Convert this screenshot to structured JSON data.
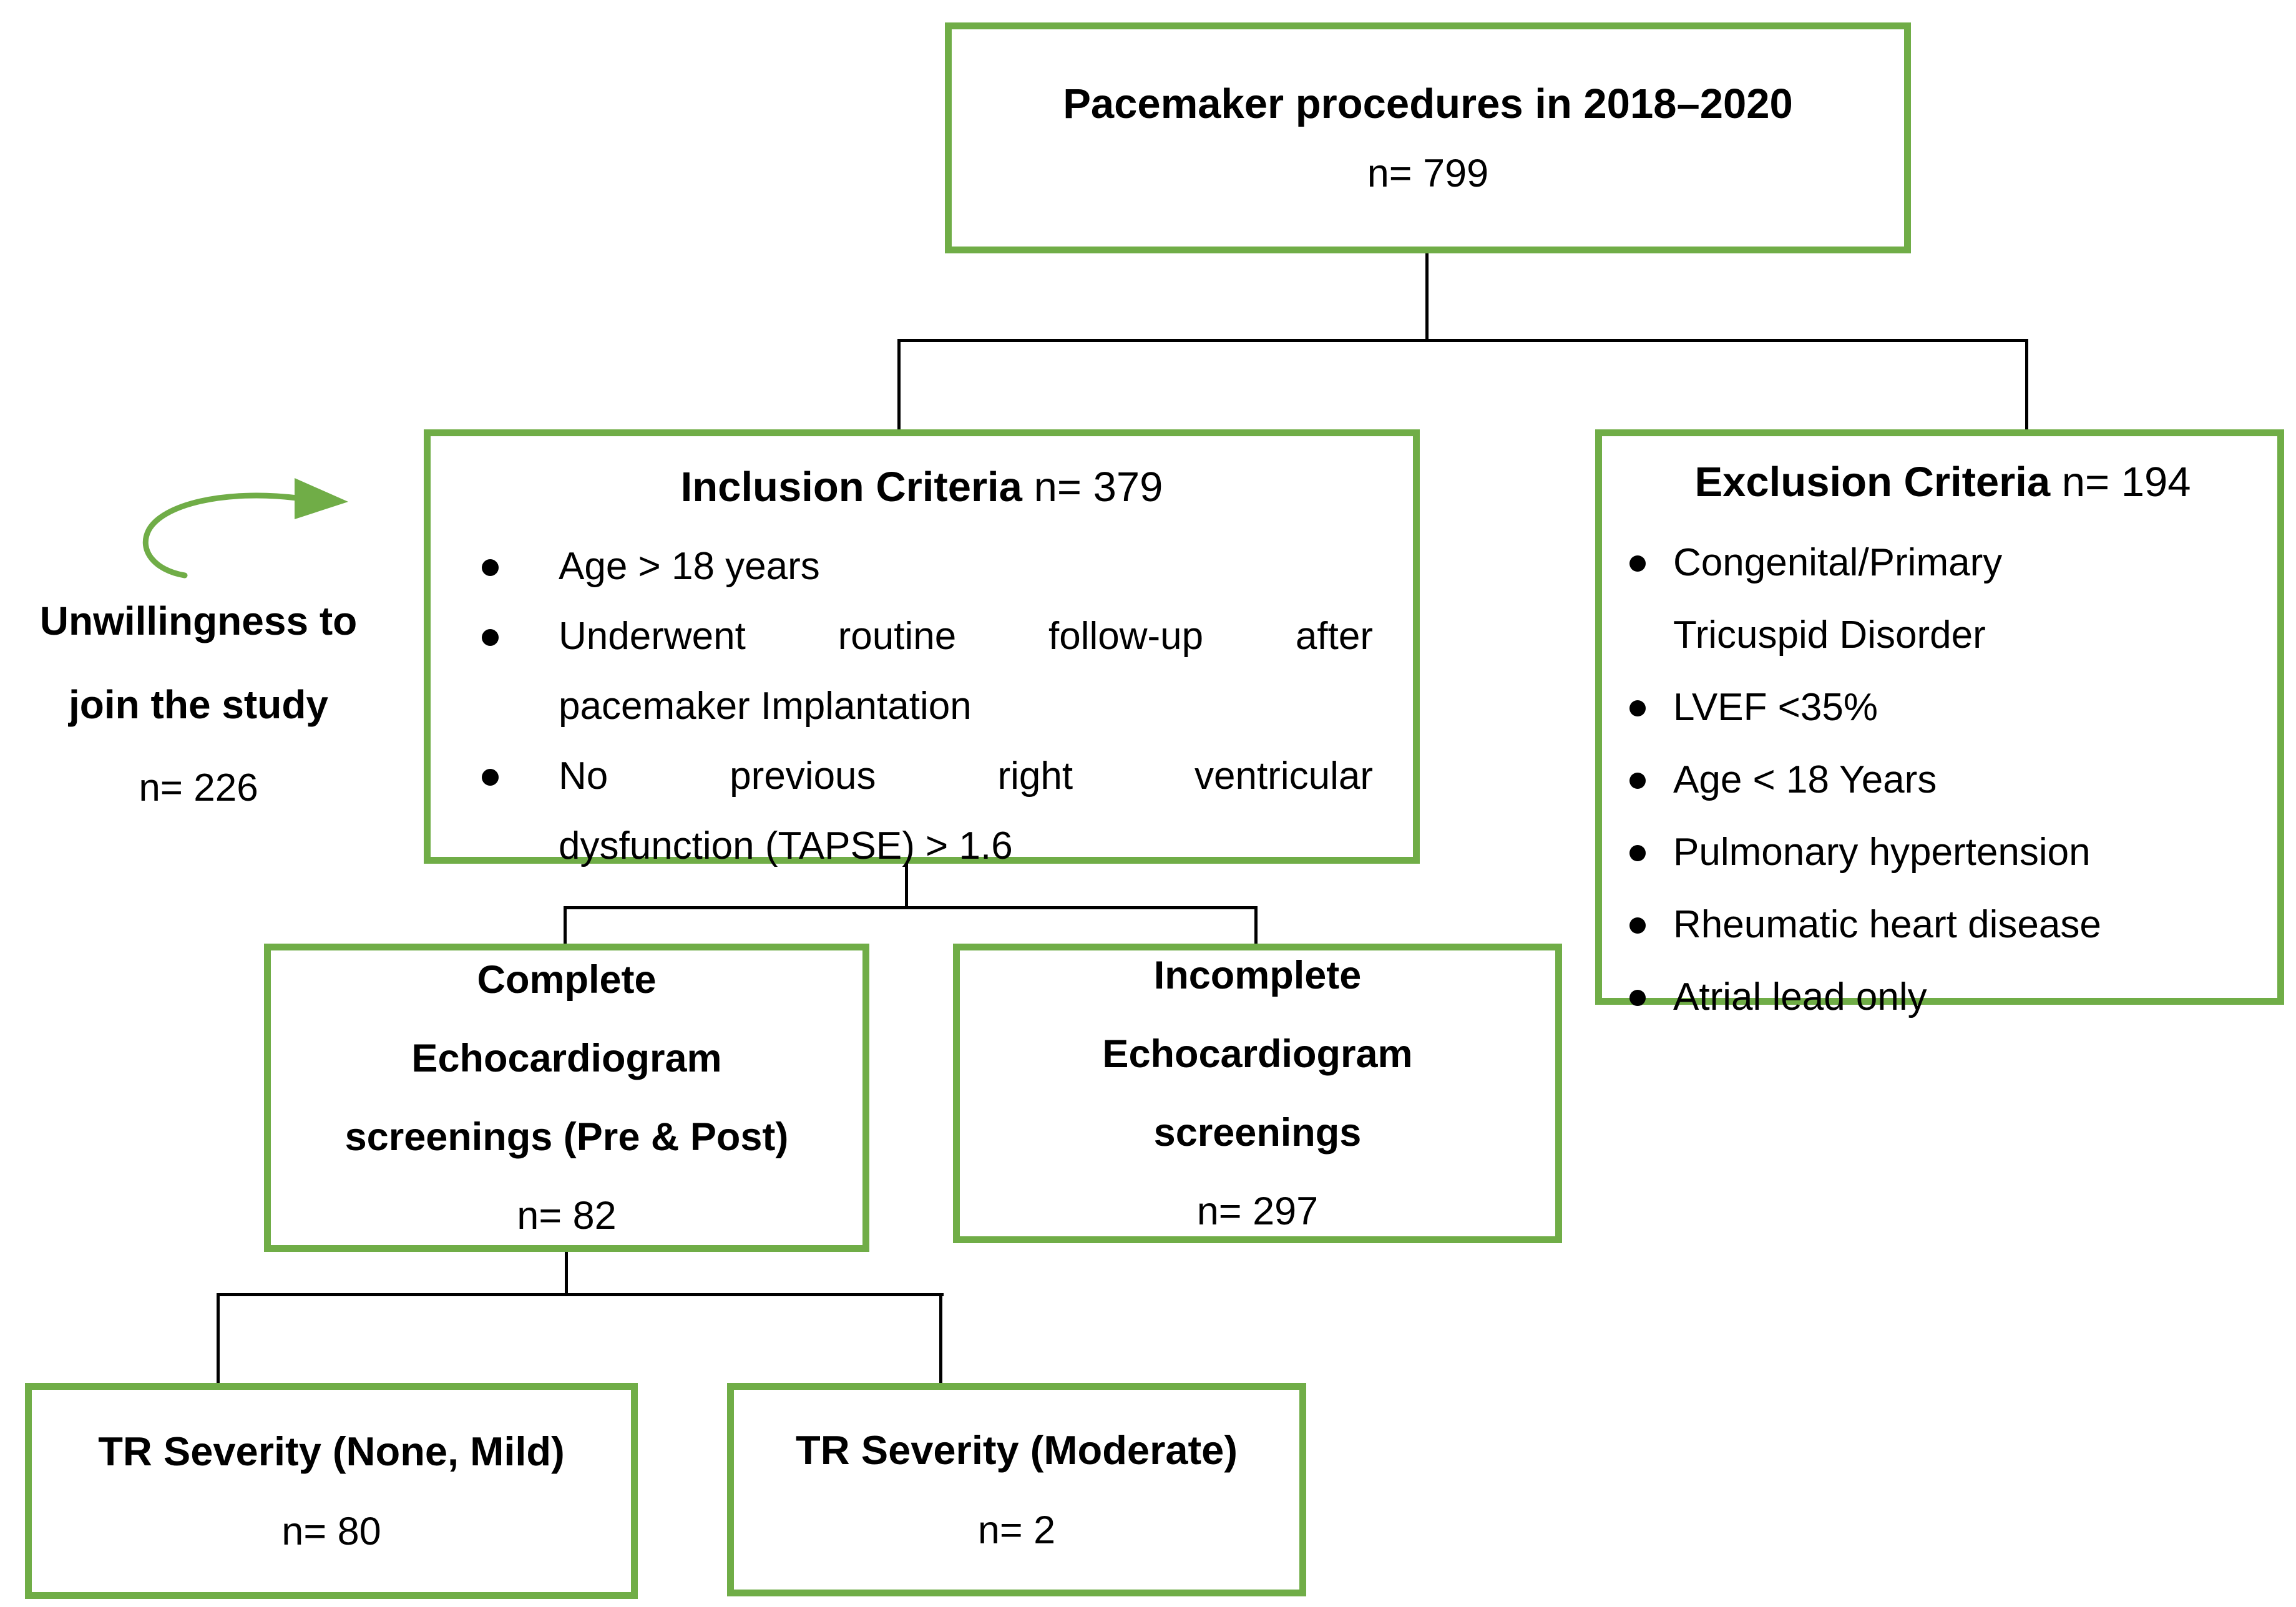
{
  "colors": {
    "green": "#70AD47",
    "connector": "#000000",
    "text": "#000000"
  },
  "nodes": {
    "top": {
      "title": "Pacemaker procedures in 2018–2020",
      "n": "n= 799"
    },
    "inclusion": {
      "title": "Inclusion Criteria",
      "n": "n= 379",
      "bullets": [
        [
          "Age > 18 years"
        ],
        [
          "Underwent routine follow-up after",
          "pacemaker Implantation"
        ],
        [
          "No previous right ventricular",
          "dysfunction (TAPSE) > 1.6"
        ]
      ]
    },
    "exclusion": {
      "title": "Exclusion Criteria",
      "n": "n= 194",
      "bullets": [
        [
          "Congenital/Primary",
          "Tricuspid Disorder"
        ],
        [
          "LVEF <35%"
        ],
        [
          "Age < 18 Years"
        ],
        [
          "Pulmonary hypertension"
        ],
        [
          "Rheumatic heart disease"
        ],
        [
          "Atrial lead only"
        ]
      ]
    },
    "complete": {
      "lines": [
        "Complete",
        "Echocardiogram",
        "screenings (Pre & Post)"
      ],
      "n": "n= 82"
    },
    "incomplete": {
      "lines": [
        "Incomplete",
        "Echocardiogram",
        "screenings"
      ],
      "n": "n= 297"
    },
    "tr_none_mild": {
      "title": "TR Severity (None, Mild)",
      "n": "n= 80"
    },
    "tr_moderate": {
      "title": "TR Severity (Moderate)",
      "n": "n= 2"
    }
  },
  "annotation": {
    "line1": "Unwillingness to",
    "line2": "join the study",
    "n": "n= 226"
  }
}
